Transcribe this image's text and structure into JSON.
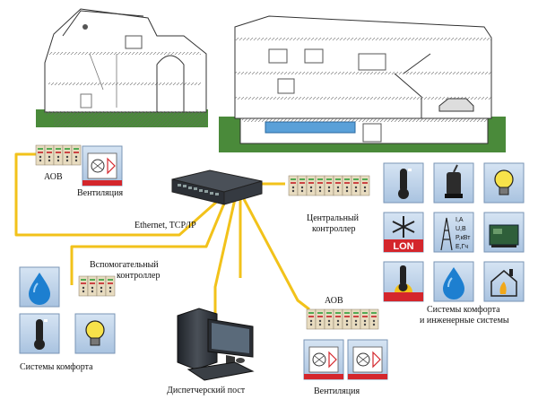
{
  "colors": {
    "cable": "#f2c21a",
    "tile_blue": "#bcd3ea",
    "tile_border": "#7a95b5",
    "tile_red": "#d4262c",
    "module_beige": "#e8dcc0",
    "switch_dark": "#3a3f45",
    "ground_green": "#4a8a3a"
  },
  "labels": {
    "aov_top": "АОВ",
    "vent_top": "Вентиляция",
    "ethernet": "Ethernet, TCP/IP",
    "central_1": "Центральный",
    "central_2": "контроллер",
    "aux_1": "Вспомогательный",
    "aux_2": "контроллер",
    "comfort_left": "Системы комфорта",
    "dispatch": "Диспетчерский пост",
    "aov_bottom": "АОВ",
    "vent_bottom": "Вентиляция",
    "comfort_right_1": "Системы комфорта",
    "comfort_right_2": "и инженерные системы",
    "lon_text": "LON",
    "meter_lines": [
      "I,A",
      "U,B",
      "P,кВт",
      "E,Гч"
    ]
  },
  "icons": {
    "top_group": [
      "ventilation-fan-icon"
    ],
    "right_group": [
      "thermometer-icon",
      "submersible-pump-icon",
      "light-bulb-icon",
      "snowflake-lon-icon",
      "power-meter-icon",
      "generator-icon",
      "outdoor-sun-thermometer-icon",
      "water-drop-icon",
      "house-fire-icon"
    ],
    "left_group": [
      "water-drop-icon",
      "thermometer-icon",
      "light-bulb-icon"
    ],
    "bottom_group": [
      "ventilation-fan-icon",
      "ventilation-fan-icon",
      "ventilation-fan-icon",
      "ventilation-fan-icon"
    ]
  }
}
